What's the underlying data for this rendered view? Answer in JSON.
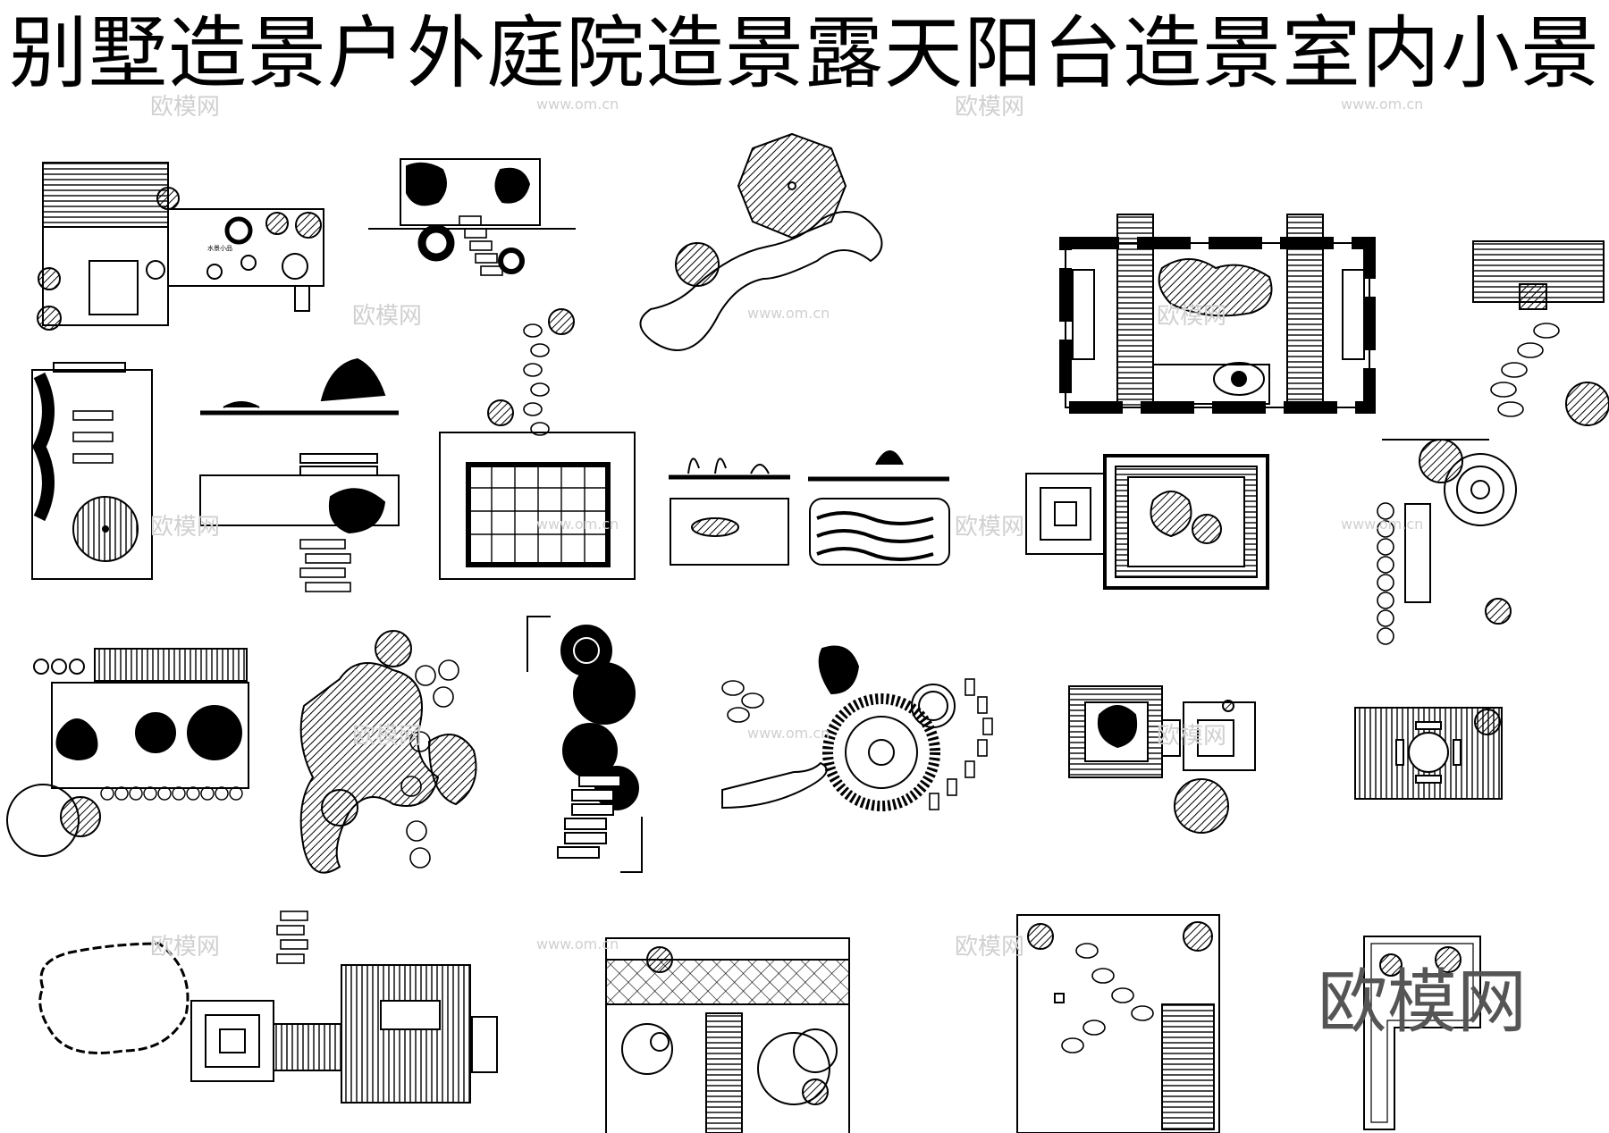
{
  "title": "别墅造景户外庭院造景露天阳台造景室内小景",
  "watermarks": {
    "brand": "欧模网",
    "url": "www.om.cn",
    "big_logo": "欧模网"
  },
  "plan_labels": {
    "small_caption": "水景小品"
  },
  "colors": {
    "ink": "#000000",
    "paper": "#ffffff",
    "watermark": "#d0d0d0",
    "logo": "#555555"
  }
}
